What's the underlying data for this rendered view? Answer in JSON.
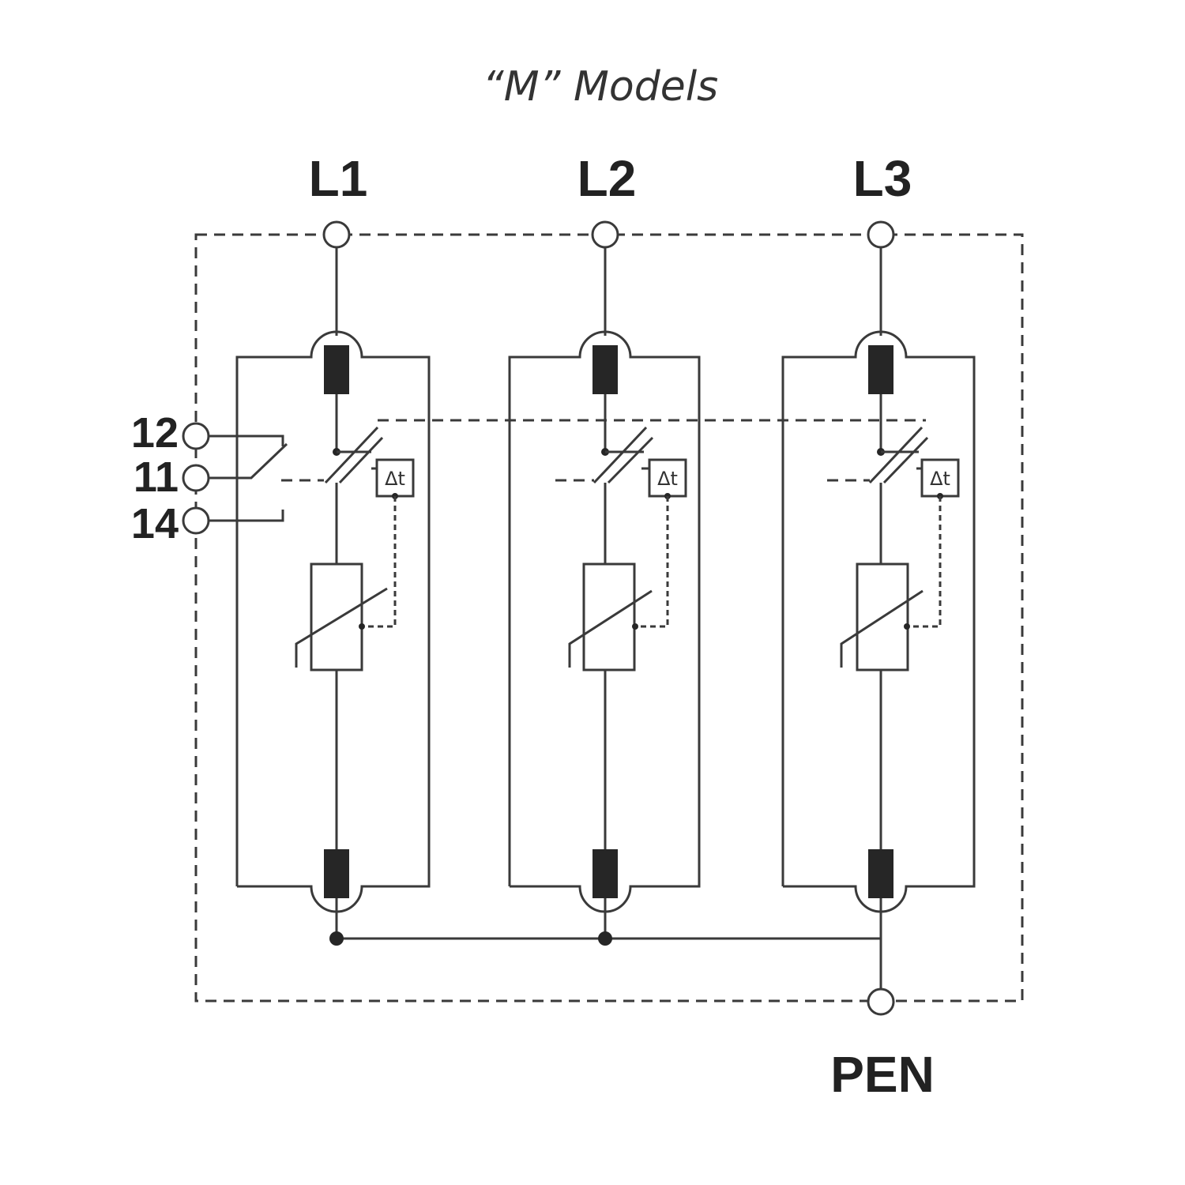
{
  "diagram": {
    "title": "“M” Models",
    "phases": [
      {
        "label": "L1"
      },
      {
        "label": "L2"
      },
      {
        "label": "L3"
      }
    ],
    "earth_terminal": {
      "label": "PEN"
    },
    "signal_terminals": [
      {
        "label": "12"
      },
      {
        "label": "11"
      },
      {
        "label": "14"
      }
    ],
    "thermal_delay_label": "Δt",
    "colors": {
      "line": "#3a3a3a",
      "fill": "#262626",
      "background": "#ffffff"
    }
  }
}
